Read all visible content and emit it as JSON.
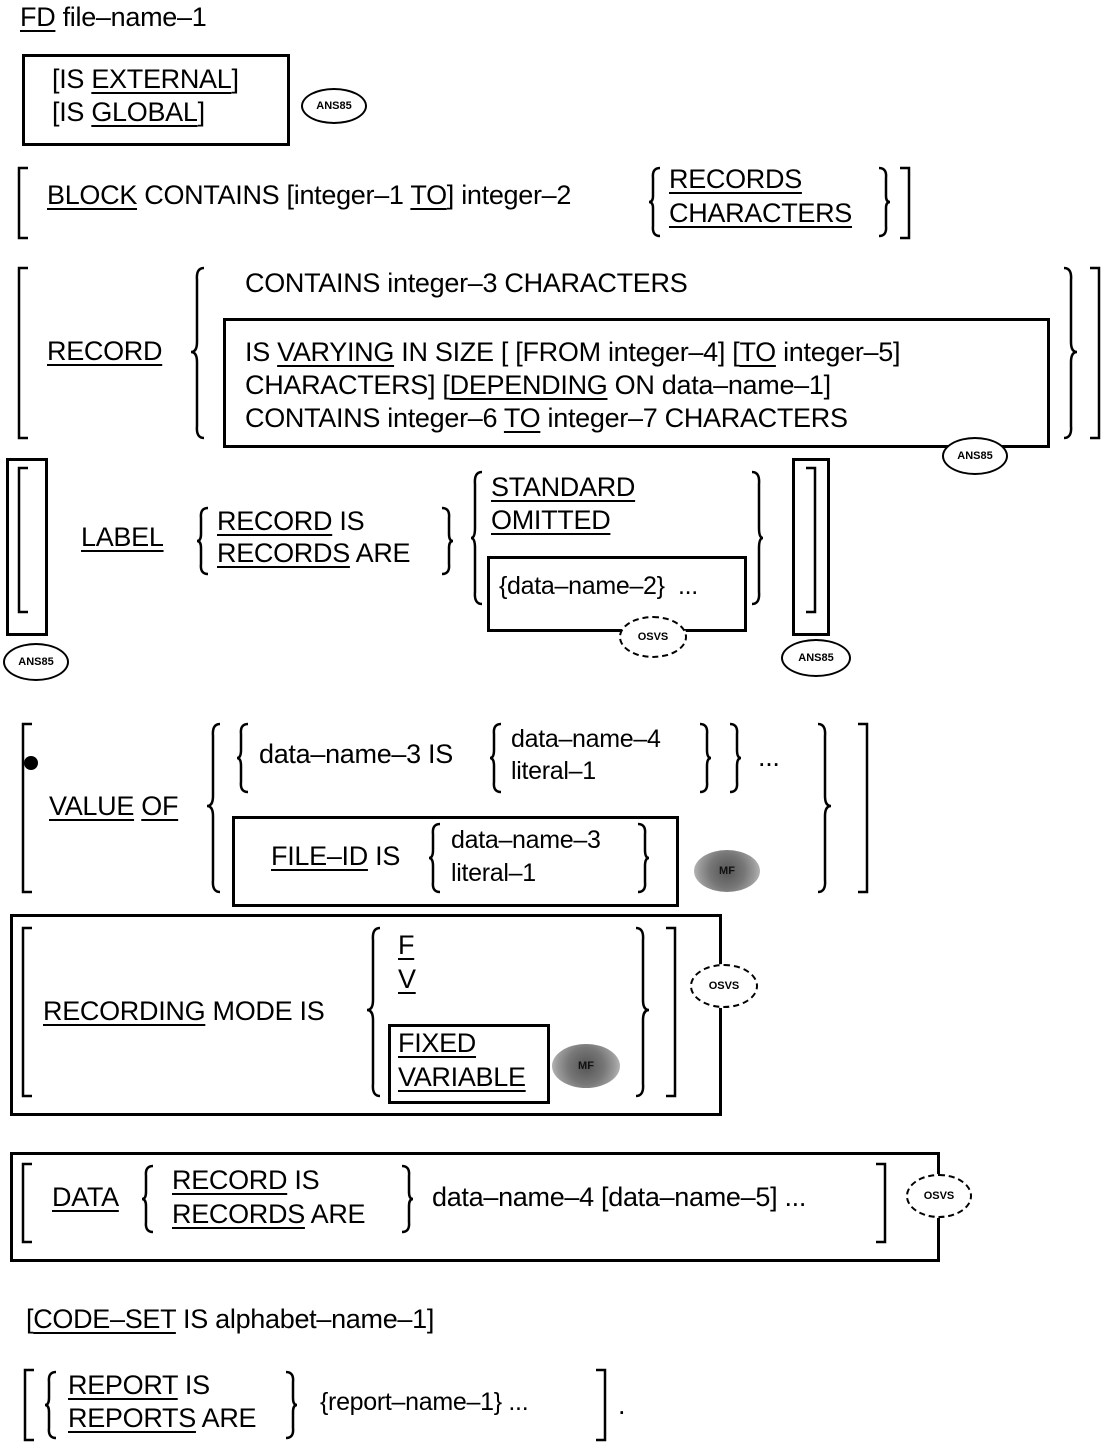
{
  "fd": {
    "keyword": "FD",
    "file_name": "file–name–1"
  },
  "external_global": {
    "line1": {
      "pre": "[IS ",
      "kw": "EXTERNAL",
      "post": "]"
    },
    "line2": {
      "pre": "[IS ",
      "kw": "GLOBAL",
      "post": "]"
    },
    "badge": "ANS85"
  },
  "block": {
    "kw": "BLOCK",
    "text1": "CONTAINS [integer–1 ",
    "to": "TO",
    "text2": "] integer–2",
    "opt1": "RECORDS",
    "opt2": "CHARACTERS"
  },
  "record": {
    "kw": "RECORD",
    "contains": "CONTAINS integer–3 CHARACTERS",
    "vary_line1": {
      "a": "IS ",
      "kw": "VARYING",
      "b": " IN SIZE [ [FROM integer–4] [",
      "to": "TO",
      "c": " integer–5]"
    },
    "vary_line2": {
      "a": "CHARACTERS] [",
      "kw": "DEPENDING",
      "b": " ON data–name–1]"
    },
    "vary_line3": {
      "a": "CONTAINS integer–6 ",
      "to": "TO",
      "b": " integer–7 CHARACTERS"
    },
    "badge": "ANS85"
  },
  "label": {
    "kw": "LABEL",
    "rec_is_kw": "RECORD",
    "rec_is": " IS",
    "recs_are_kw": "RECORDS",
    "recs_are": " ARE",
    "standard": "STANDARD",
    "omitted": "OMITTED",
    "data_name": "{data–name–2}",
    "ellipsis": "...",
    "osvs": "OSVS",
    "badge_left": "ANS85",
    "badge_right": "ANS85"
  },
  "value_of": {
    "kw1": "VALUE",
    "kw2": "OF",
    "dn3_is": "data–name–3 IS",
    "opt1": "data–name–4",
    "opt2": "literal–1",
    "ellipsis": "...",
    "fileid_kw": "FILE–ID",
    "fileid_is": " IS",
    "fid_opt1": "data–name–3",
    "fid_opt2": "literal–1",
    "stamp": "MF"
  },
  "recording": {
    "kw": "RECORDING",
    "text": " MODE IS",
    "f": "F",
    "v": "V",
    "fixed": "FIXED",
    "variable": "VARIABLE",
    "stamp": "MF",
    "osvs": "OSVS"
  },
  "data": {
    "kw": "DATA",
    "rec_is_kw": "RECORD",
    "rec_is": " IS",
    "recs_are_kw": "RECORDS",
    "recs_are": " ARE",
    "text": "data–name–4 [data–name–5]  ...",
    "osvs": "OSVS"
  },
  "code_set": {
    "open": "[",
    "kw": "CODE–SET",
    "text": " IS alphabet–name–1]"
  },
  "report": {
    "kw1": "REPORT",
    "t1": " IS",
    "kw2": "REPORTS",
    "t2": " ARE",
    "name": "{report–name–1}  ...",
    "period": "."
  }
}
